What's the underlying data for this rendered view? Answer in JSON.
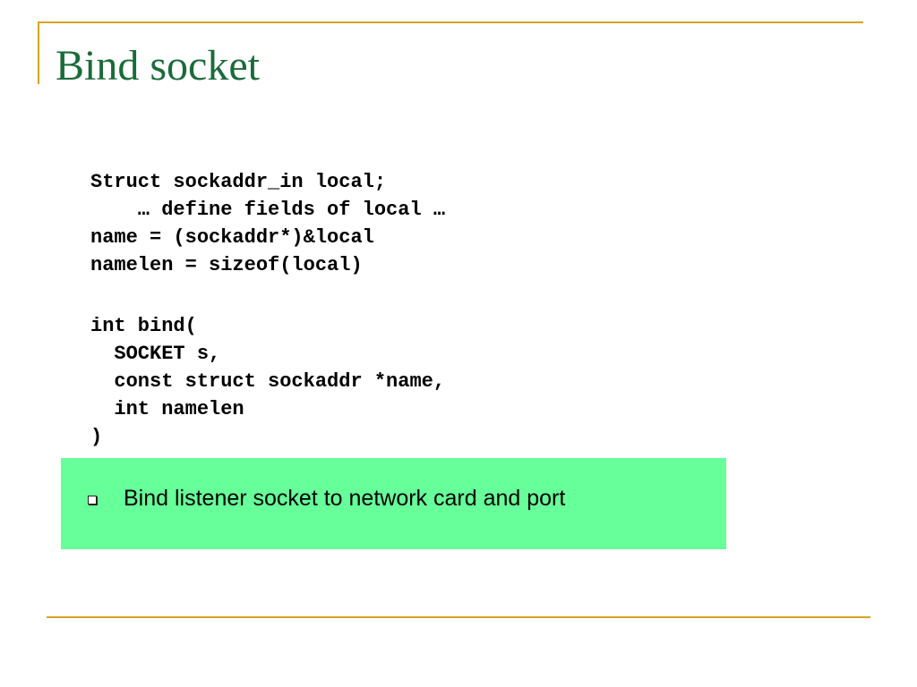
{
  "slide": {
    "title": "Bind socket",
    "code_block_1": "Struct sockaddr_in local;\n    … define fields of local …\nname = (sockaddr*)&local\nnamelen = sizeof(local)",
    "code_block_2": "int bind(\n  SOCKET s,\n  const struct sockaddr *name,\n  int namelen\n)",
    "callout": {
      "bullet_icon": "square-bullet-icon",
      "text": "Bind listener socket to network card and port"
    }
  },
  "colors": {
    "title": "#1b6b3a",
    "frame_lines": "#d9a321",
    "callout_background": "#66ff99"
  }
}
